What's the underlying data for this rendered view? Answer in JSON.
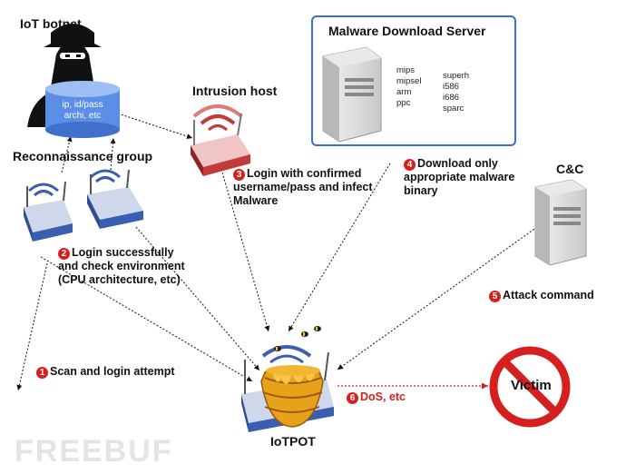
{
  "labels": {
    "iot_botnet": "IoT botnet",
    "database": [
      "ip, id/pass",
      "archi, etc"
    ],
    "recon_group": "Reconnaissance group",
    "intrusion_host": "Intrusion host",
    "malware_server": "Malware Download Server",
    "arch_col1": [
      "mips",
      "mipsel",
      "arm",
      "ppc"
    ],
    "arch_col2": [
      "superh",
      "i586",
      "i686",
      "sparc"
    ],
    "cnc": "C&C",
    "iotpot": "IoTPOT",
    "victim": "Victim",
    "watermark": "FREEBUF"
  },
  "steps": [
    {
      "num": "1",
      "lines": [
        "Scan and login attempt"
      ]
    },
    {
      "num": "2",
      "lines": [
        "Login successfully",
        "and check environment",
        "(CPU architecture, etc)"
      ]
    },
    {
      "num": "3",
      "lines": [
        "Login with confirmed",
        "username/pass and infect",
        "Malware"
      ]
    },
    {
      "num": "4",
      "lines": [
        "Download only",
        "appropriate malware",
        "binary"
      ]
    },
    {
      "num": "5",
      "lines": [
        "Attack command"
      ]
    },
    {
      "num": "6",
      "lines": [
        "DoS, etc"
      ]
    }
  ],
  "colors": {
    "accent_red": "#d62020",
    "box_blue": "#3b6fd6",
    "router_blue": "#3a5fb0",
    "router_red": "#c23a3a",
    "honey": "#e6a21a",
    "hacker": "#111111"
  },
  "icons": {
    "hacker": "hacker-icon",
    "database": "database-icon",
    "router": "wifi-router-icon",
    "server": "server-icon",
    "honeypot": "honeypot-icon",
    "prohibited": "prohibited-icon"
  }
}
